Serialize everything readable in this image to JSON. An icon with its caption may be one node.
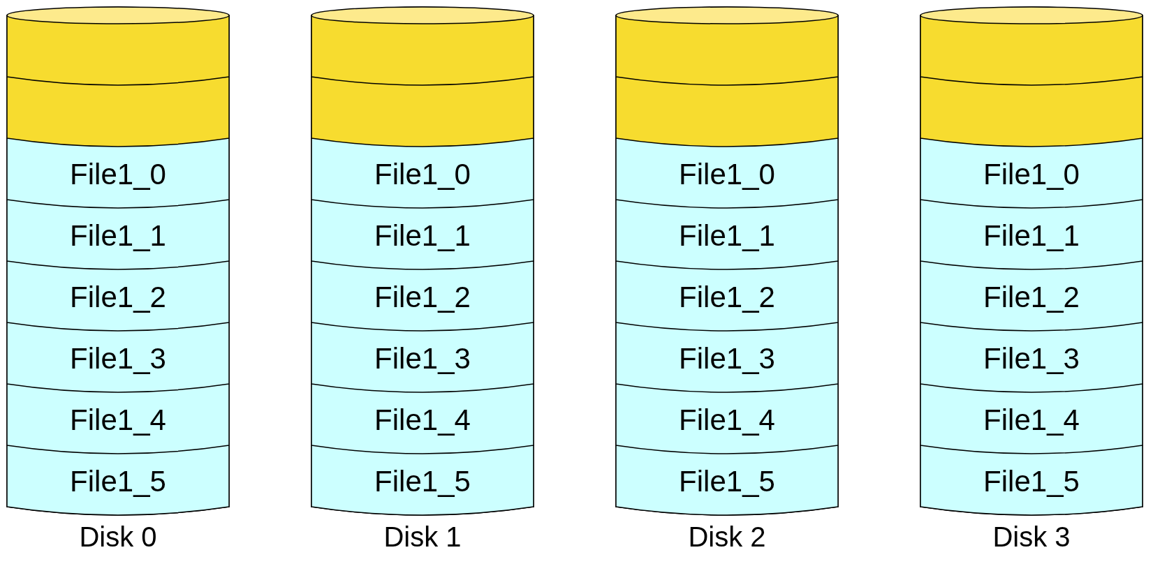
{
  "diagram": {
    "nodes": [
      {
        "text": [],
        "shape": "cylinder",
        "beside": [
          "Disk 0"
        ]
      },
      {
        "text": [],
        "shape": "band",
        "in": 0
      },
      {
        "text": [],
        "shape": "band",
        "in": 0
      },
      {
        "text": [
          "File1_0"
        ],
        "in": 0
      },
      {
        "text": [
          "File1_1"
        ],
        "in": 0
      },
      {
        "text": [
          "File1_2"
        ],
        "in": 0
      },
      {
        "text": [
          "File1_3"
        ],
        "in": 0
      },
      {
        "text": [
          "File1_4"
        ],
        "in": 0
      },
      {
        "text": [
          "File1_5"
        ],
        "in": 0
      },
      {
        "text": [],
        "shape": "cylinder",
        "beside": [
          "Disk 1"
        ]
      },
      {
        "text": [],
        "shape": "band",
        "in": 9
      },
      {
        "text": [],
        "shape": "band",
        "in": 9
      },
      {
        "text": [
          "File1_0"
        ],
        "in": 9
      },
      {
        "text": [
          "File1_1"
        ],
        "in": 9
      },
      {
        "text": [
          "File1_2"
        ],
        "in": 9
      },
      {
        "text": [
          "File1_3"
        ],
        "in": 9
      },
      {
        "text": [
          "File1_4"
        ],
        "in": 9
      },
      {
        "text": [
          "File1_5"
        ],
        "in": 9
      },
      {
        "text": [],
        "shape": "cylinder",
        "beside": [
          "Disk 2"
        ]
      },
      {
        "text": [],
        "shape": "band",
        "in": 18
      },
      {
        "text": [],
        "shape": "band",
        "in": 18
      },
      {
        "text": [
          "File1_0"
        ],
        "in": 18
      },
      {
        "text": [
          "File1_1"
        ],
        "in": 18
      },
      {
        "text": [
          "File1_2"
        ],
        "in": 18
      },
      {
        "text": [
          "File1_3"
        ],
        "in": 18
      },
      {
        "text": [
          "File1_4"
        ],
        "in": 18
      },
      {
        "text": [
          "File1_5"
        ],
        "in": 18
      },
      {
        "text": [],
        "shape": "cylinder",
        "beside": [
          "Disk 3"
        ]
      },
      {
        "text": [],
        "shape": "band",
        "in": 27
      },
      {
        "text": [],
        "shape": "band",
        "in": 27
      },
      {
        "text": [
          "File1_0"
        ],
        "in": 27
      },
      {
        "text": [
          "File1_1"
        ],
        "in": 27
      },
      {
        "text": [
          "File1_2"
        ],
        "in": 27
      },
      {
        "text": [
          "File1_3"
        ],
        "in": 27
      },
      {
        "text": [
          "File1_4"
        ],
        "in": 27
      },
      {
        "text": [
          "File1_5"
        ],
        "in": 27
      }
    ]
  }
}
